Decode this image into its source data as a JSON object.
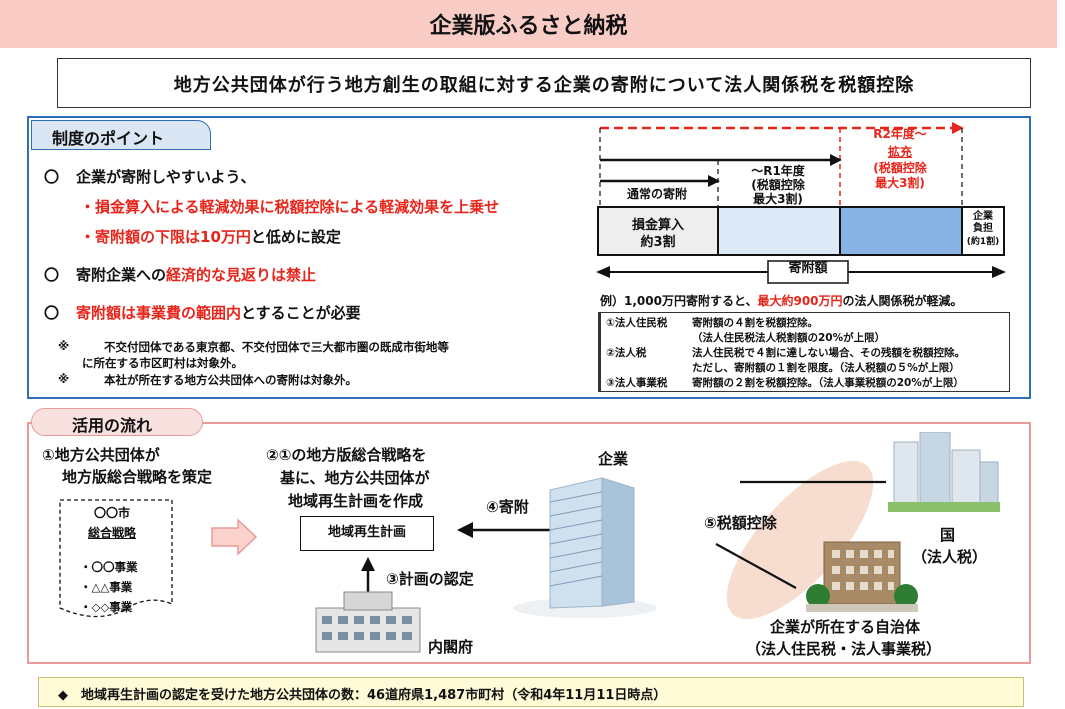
{
  "header": {
    "title": "企業版ふるさと納税",
    "subtitle": "地方公共団体が行う地方創生の取組に対する企業の寄附について法人関係税を税額控除"
  },
  "points": {
    "heading": "制度のポイント",
    "bullet": "〇",
    "item1": "企業が寄附しやすいよう、",
    "item1a": "・損金算入による軽減効果に税額控除による軽減効果を上乗せ",
    "item1b_red": "・寄附額の下限は10万円",
    "item1b_rest": "と低めに設定",
    "item2_pre": "寄附企業への",
    "item2_red": "経済的な見返りは禁止",
    "item3_red": "寄附額は事業費の範囲内",
    "item3_rest": "とすることが必要",
    "note_mark": "※",
    "note1_line1": "不交付団体である東京都、不交付団体で三大都市圏の既成市街地等",
    "note1_line2": "に所在する市区町村は対象外。",
    "note2": "本社が所在する地方公共団体への寄附は対象外。"
  },
  "diagram": {
    "expanded_line1": "R2年度～",
    "expanded_line2": "拡充",
    "expanded_line3": "(税額控除",
    "expanded_line4": "最大3割)",
    "r1_line1": "～R1年度",
    "r1_line2": "(税額控除",
    "r1_line3": "最大3割)",
    "normal": "通常の寄附",
    "loss_line1": "損金算入",
    "loss_line2": "約3割",
    "burden_line1": "企業",
    "burden_line2": "負担",
    "burden_line3": "(約1割)",
    "donation_amount": "寄附額",
    "example_pre": "例）1,000万円寄附すると、",
    "example_red": "最大約900万円",
    "example_post": "の法人関係税が軽減。",
    "tax_rows": [
      {
        "name": "①法人住民税",
        "desc": "寄附額の４割を税額控除。"
      },
      {
        "name": "",
        "desc": "（法人住民税法人税割額の20%が上限）"
      },
      {
        "name": "②法人税",
        "desc": "法人住民税で４割に達しない場合、その残額を税額控除。"
      },
      {
        "name": "",
        "desc": "ただし、寄附額の１割を限度。（法人税額の５%が上限）"
      },
      {
        "name": "③法人事業税",
        "desc": "寄附額の２割を税額控除。（法人事業税額の20%が上限）"
      }
    ],
    "colors": {
      "red": "#e8251b",
      "light_blue": "#dce9f7",
      "mid_blue": "#89b3e3",
      "loss_gray": "#eeeeee"
    }
  },
  "flow": {
    "heading": "活用の流れ",
    "step1_line1": "①地方公共団体が",
    "step1_line2": "地方版総合戦略を策定",
    "doc_title1": "〇〇市",
    "doc_title2": "総合戦略",
    "doc_items": [
      "・〇〇事業",
      "・△△事業",
      "・◇◇事業"
    ],
    "step2_line1": "②①の地方版総合戦略を",
    "step2_line2": "基に、地方公共団体が",
    "step2_line3": "地域再生計画を作成",
    "plan_box": "地域再生計画",
    "step3": "③計画の認定",
    "cabinet_office": "内閣府",
    "step4": "④寄附",
    "company": "企業",
    "step5": "⑤税額控除",
    "national_line1": "国",
    "national_line2": "（法人税）",
    "local_line1": "企業が所在する自治体",
    "local_line2": "（法人住民税・法人事業税）"
  },
  "footer": {
    "text": "◆　地域再生計画の認定を受けた地方公共団体の数：46道府県1,487市町村（令和4年11月11日時点）"
  }
}
